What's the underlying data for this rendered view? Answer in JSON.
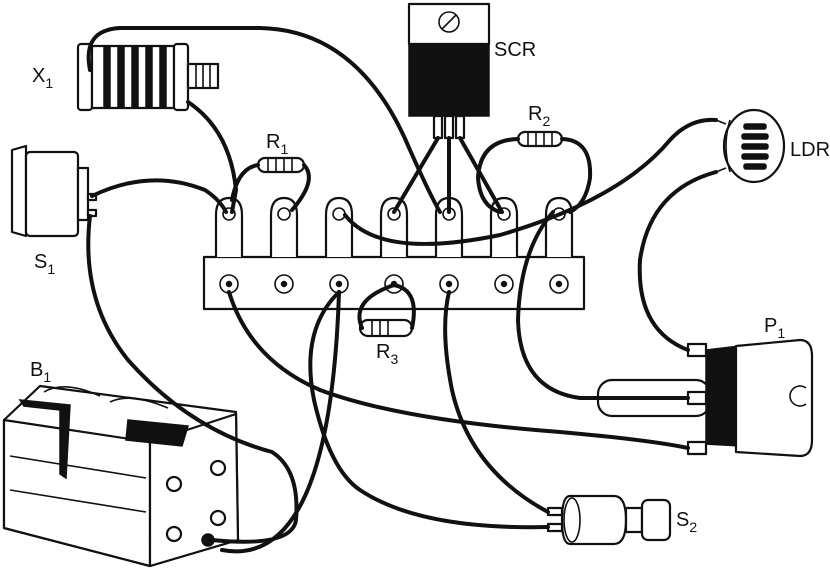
{
  "diagram": {
    "style": "black line-art wiring diagram on white background",
    "ink_color": "#111111",
    "background_color": "#ffffff",
    "components": [
      {
        "id": "scr",
        "label": "SCR",
        "icon": "to220-transistor-icon"
      },
      {
        "id": "x1",
        "label": "X",
        "subscript": "1",
        "icon": "buzzer-coil-icon"
      },
      {
        "id": "s1",
        "label": "S",
        "subscript": "1",
        "icon": "rocker-switch-icon"
      },
      {
        "id": "r1",
        "label": "R",
        "subscript": "1",
        "icon": "resistor-icon"
      },
      {
        "id": "r2",
        "label": "R",
        "subscript": "2",
        "icon": "resistor-icon"
      },
      {
        "id": "r3",
        "label": "R",
        "subscript": "3",
        "icon": "resistor-icon"
      },
      {
        "id": "ldr",
        "label": "LDR",
        "icon": "photoresistor-icon"
      },
      {
        "id": "p1",
        "label": "P",
        "subscript": "1",
        "icon": "potentiometer-icon"
      },
      {
        "id": "b1",
        "label": "B",
        "subscript": "1",
        "icon": "battery-holder-icon"
      },
      {
        "id": "s2",
        "label": "S",
        "subscript": "2",
        "icon": "pushbutton-icon"
      }
    ],
    "terminal_strip": {
      "terminals": 7,
      "icon": "terminal-strip-icon"
    }
  }
}
